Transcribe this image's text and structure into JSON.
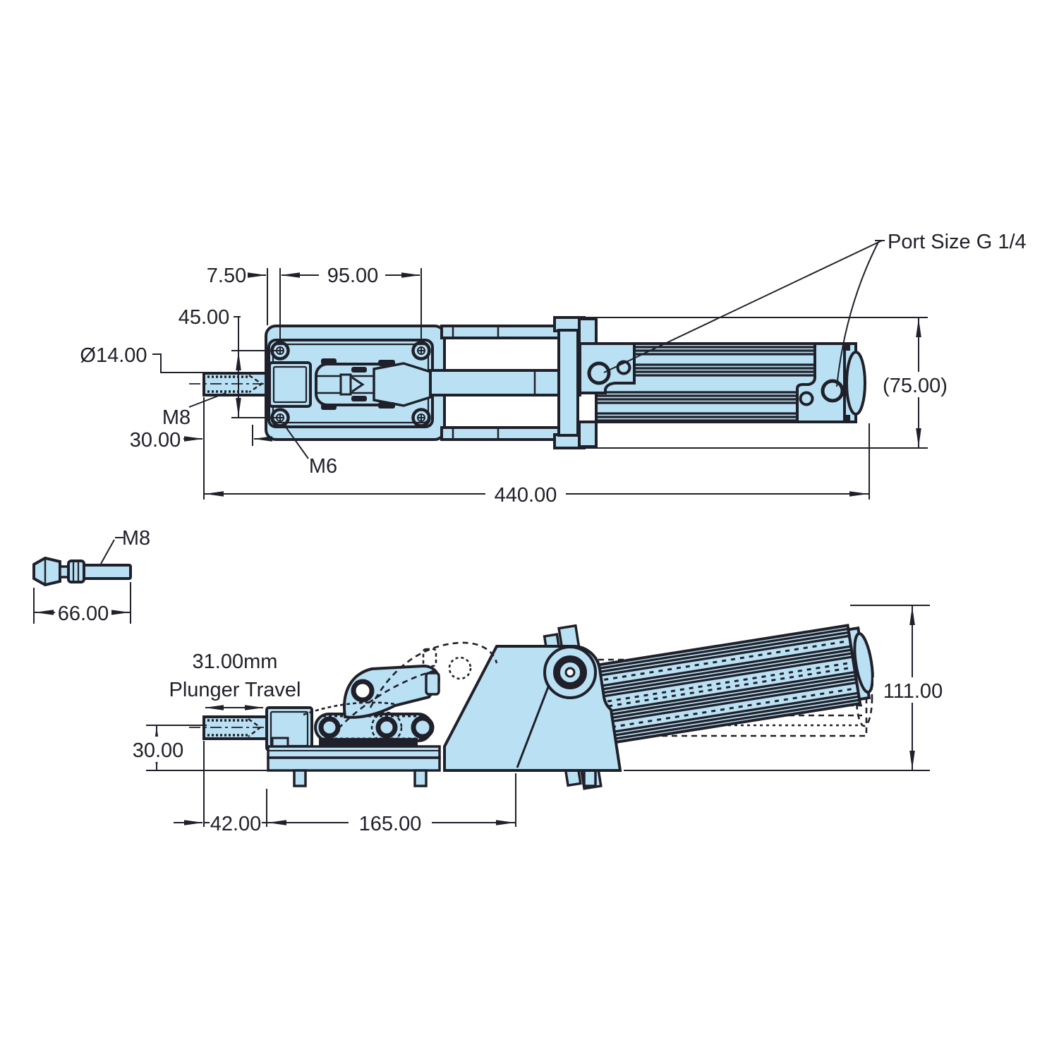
{
  "drawing": {
    "title": "Pneumatic toggle clamp dimensioned drawing",
    "labels": {
      "top": {
        "d750": "7.50",
        "d95": "95.00",
        "d45": "45.00",
        "dia14": "Ø14.00",
        "m8": "M8",
        "d30": "30.00",
        "m6": "M6",
        "d440": "440.00",
        "d75": "(75.00)",
        "port": "Port Size G 1/4"
      },
      "bolt": {
        "m8": "M8",
        "d66": "66.00"
      },
      "side": {
        "travel1": "31.00mm",
        "travel2": "Plunger Travel",
        "d30": "30.00",
        "d42": "42.00",
        "d165": "165.00",
        "d111": "111.00"
      }
    },
    "colors": {
      "part_fill": "#b9e1f3",
      "line": "#20202a",
      "background": "#ffffff"
    }
  }
}
